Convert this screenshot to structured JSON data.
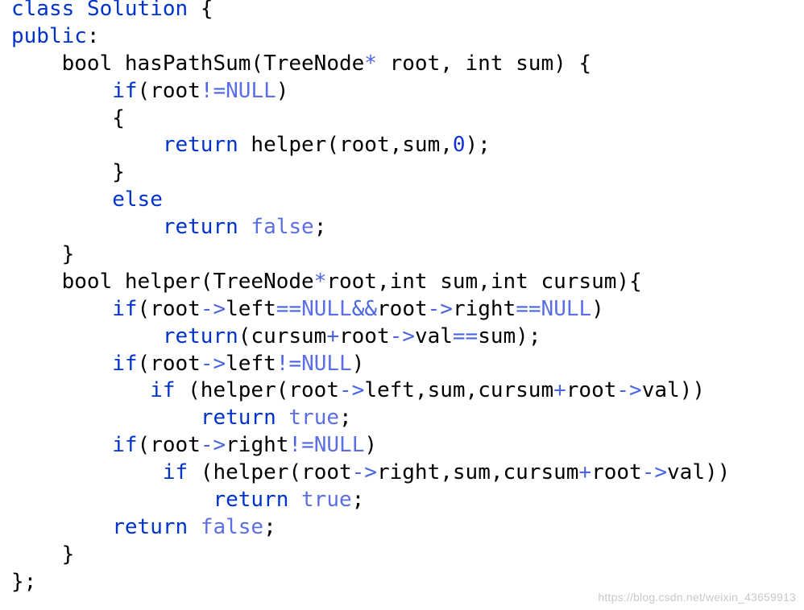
{
  "colors": {
    "keyword": "#0033cc",
    "operator": "#4b64e0",
    "literal": "#5b6ee6",
    "number": "#1433d6",
    "text": "#000000",
    "watermark": "#c8c8c8"
  },
  "code": {
    "lines": [
      [
        [
          "kw",
          "class"
        ],
        [
          "p",
          " "
        ],
        [
          "kw",
          "Solution"
        ],
        [
          "p",
          " {"
        ]
      ],
      [
        [
          "kw",
          "public"
        ],
        [
          "p",
          ":"
        ]
      ],
      [
        [
          "p",
          "    bool hasPathSum(TreeNode"
        ],
        [
          "op",
          "*"
        ],
        [
          "p",
          " root, int sum) {"
        ]
      ],
      [
        [
          "p",
          "        "
        ],
        [
          "kw",
          "if"
        ],
        [
          "p",
          "(root"
        ],
        [
          "op",
          "!="
        ],
        [
          "lit",
          "NULL"
        ],
        [
          "p",
          ")"
        ]
      ],
      [
        [
          "p",
          "        {"
        ]
      ],
      [
        [
          "p",
          "            "
        ],
        [
          "kw",
          "return"
        ],
        [
          "p",
          " helper(root,sum,"
        ],
        [
          "num",
          "0"
        ],
        [
          "p",
          ");"
        ]
      ],
      [
        [
          "p",
          "        }"
        ]
      ],
      [
        [
          "p",
          "        "
        ],
        [
          "kw",
          "else"
        ]
      ],
      [
        [
          "p",
          "            "
        ],
        [
          "kw",
          "return"
        ],
        [
          "p",
          " "
        ],
        [
          "lit",
          "false"
        ],
        [
          "p",
          ";"
        ]
      ],
      [
        [
          "p",
          "    }"
        ]
      ],
      [
        [
          "p",
          "    bool helper(TreeNode"
        ],
        [
          "op",
          "*"
        ],
        [
          "p",
          "root,int sum,int cursum){"
        ]
      ],
      [
        [
          "p",
          "        "
        ],
        [
          "kw",
          "if"
        ],
        [
          "p",
          "(root"
        ],
        [
          "op",
          "->"
        ],
        [
          "p",
          "left"
        ],
        [
          "op",
          "=="
        ],
        [
          "lit",
          "NULL"
        ],
        [
          "op",
          "&&"
        ],
        [
          "p",
          "root"
        ],
        [
          "op",
          "->"
        ],
        [
          "p",
          "right"
        ],
        [
          "op",
          "=="
        ],
        [
          "lit",
          "NULL"
        ],
        [
          "p",
          ")"
        ]
      ],
      [
        [
          "p",
          "            "
        ],
        [
          "kw",
          "return"
        ],
        [
          "p",
          "(cursum"
        ],
        [
          "op",
          "+"
        ],
        [
          "p",
          "root"
        ],
        [
          "op",
          "->"
        ],
        [
          "p",
          "val"
        ],
        [
          "op",
          "=="
        ],
        [
          "p",
          "sum);"
        ]
      ],
      [
        [
          "p",
          "        "
        ],
        [
          "kw",
          "if"
        ],
        [
          "p",
          "(root"
        ],
        [
          "op",
          "->"
        ],
        [
          "p",
          "left"
        ],
        [
          "op",
          "!="
        ],
        [
          "lit",
          "NULL"
        ],
        [
          "p",
          ")"
        ]
      ],
      [
        [
          "p",
          "           "
        ],
        [
          "kw",
          "if"
        ],
        [
          "p",
          " (helper(root"
        ],
        [
          "op",
          "->"
        ],
        [
          "p",
          "left,sum,cursum"
        ],
        [
          "op",
          "+"
        ],
        [
          "p",
          "root"
        ],
        [
          "op",
          "->"
        ],
        [
          "p",
          "val))"
        ]
      ],
      [
        [
          "p",
          "               "
        ],
        [
          "kw",
          "return"
        ],
        [
          "p",
          " "
        ],
        [
          "lit",
          "true"
        ],
        [
          "p",
          ";"
        ]
      ],
      [
        [
          "p",
          "        "
        ],
        [
          "kw",
          "if"
        ],
        [
          "p",
          "(root"
        ],
        [
          "op",
          "->"
        ],
        [
          "p",
          "right"
        ],
        [
          "op",
          "!="
        ],
        [
          "lit",
          "NULL"
        ],
        [
          "p",
          ")"
        ]
      ],
      [
        [
          "p",
          "            "
        ],
        [
          "kw",
          "if"
        ],
        [
          "p",
          " (helper(root"
        ],
        [
          "op",
          "->"
        ],
        [
          "p",
          "right,sum,cursum"
        ],
        [
          "op",
          "+"
        ],
        [
          "p",
          "root"
        ],
        [
          "op",
          "->"
        ],
        [
          "p",
          "val))"
        ]
      ],
      [
        [
          "p",
          "                "
        ],
        [
          "kw",
          "return"
        ],
        [
          "p",
          " "
        ],
        [
          "lit",
          "true"
        ],
        [
          "p",
          ";"
        ]
      ],
      [
        [
          "p",
          "        "
        ],
        [
          "kw",
          "return"
        ],
        [
          "p",
          " "
        ],
        [
          "lit",
          "false"
        ],
        [
          "p",
          ";"
        ]
      ],
      [
        [
          "p",
          "    }"
        ]
      ],
      [
        [
          "p",
          "};"
        ]
      ]
    ]
  },
  "watermark": {
    "text": "https://blog.csdn.net/weixin_43659913"
  }
}
